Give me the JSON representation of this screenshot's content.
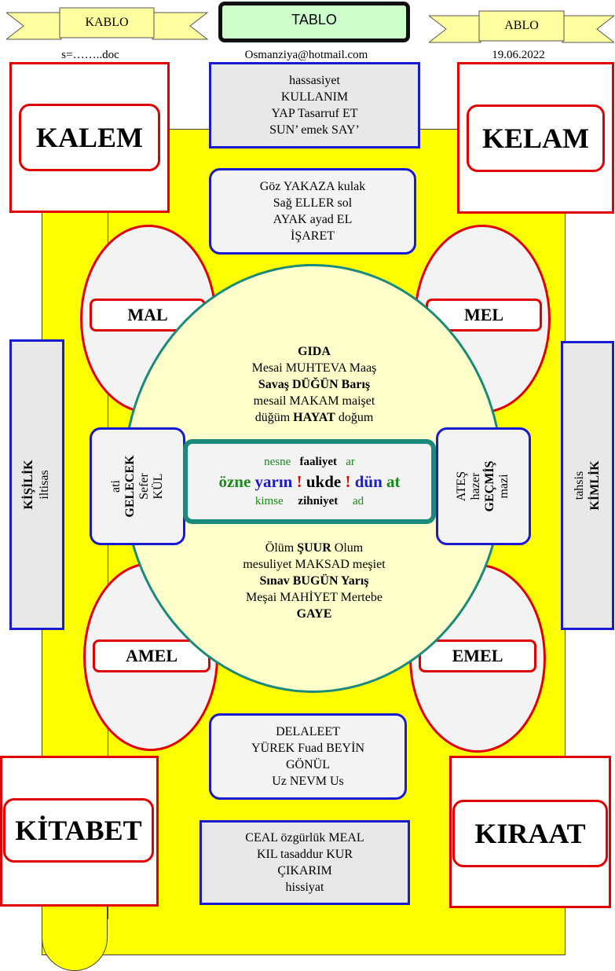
{
  "header": {
    "left_ribbon": "KABLO",
    "center_title": "TABLO",
    "right_ribbon": "ABLO",
    "file": "s=……..doc",
    "email": "Osmanziya@hotmail.com",
    "date": "19.06.2022"
  },
  "corners": {
    "top_left": "KALEM",
    "top_right": "KELAM",
    "bottom_left": "KİTABET",
    "bottom_right": "KIRAAT"
  },
  "top_box": [
    "hassasiyet",
    "KULLANIM",
    "YAP Tasarruf ET",
    "SUN’  emek  SAY’"
  ],
  "second_box": [
    "Göz YAKAZA kulak",
    "Sağ ELLER sol",
    "AYAK ayad EL",
    "İŞARET"
  ],
  "ellipses": {
    "top_left": "MAL",
    "top_right": "MEL",
    "bottom_left": "AMEL",
    "bottom_right": "EMEL"
  },
  "circle_top": {
    "l1": "GIDA",
    "l2": "Mesai MUHTEVA Maaş",
    "l3": "Savaş DÜĞÜN Barış",
    "l4": "mesail MAKAM maişet",
    "l5a": "düğüm ",
    "l5b": "HAYAT",
    "l5c": " doğum"
  },
  "center": {
    "r1a": "nesne",
    "r1b": "faaliyet",
    "r1c": "ar",
    "r2a": "özne",
    "r2b": "yarın",
    "r2c": "!",
    "r2d": "ukde",
    "r2e": "!",
    "r2f": "dün",
    "r2g": "at",
    "r3a": "kimse",
    "r3b": "zihniyet",
    "r3c": "ad"
  },
  "left_side": {
    "l1": "ati",
    "l2": "GELECEK",
    "l3": "Sefer",
    "l4": "KÜL"
  },
  "right_side": {
    "l1": "ATEŞ",
    "l2": "hazer",
    "l3": "GEÇMİŞ",
    "l4": "mazi"
  },
  "circle_bottom": {
    "l1a": "Ölüm ",
    "l1b": "ŞUUR",
    "l1c": " Olum",
    "l2": "mesuliyet MAKSAD meşiet",
    "l3": "Sınav BUGÜN Yarış",
    "l4": "Meşai  MAHİYET Mertebe",
    "l5": "GAYE"
  },
  "far_left": {
    "l1": "KİŞİLİK",
    "l2": "iltisas"
  },
  "far_right": {
    "l1": "tahsis",
    "l2": "KİMLİK"
  },
  "bottom_box1": [
    "DELALEET",
    "YÜREK Fuad BEYİN",
    "GÖNÜL",
    "Uz  NEVM Us"
  ],
  "bottom_box2": [
    "CEAL  özgürlük  MEAL",
    "KIL tasaddur KUR",
    "ÇIKARIM",
    "hissiyat"
  ],
  "colors": {
    "yellow": "#ffff00",
    "red": "#e00000",
    "blue": "#1a1ad0",
    "teal": "#1a8a7a",
    "green": "#1a8a1a",
    "circle": "#ffffcc"
  }
}
